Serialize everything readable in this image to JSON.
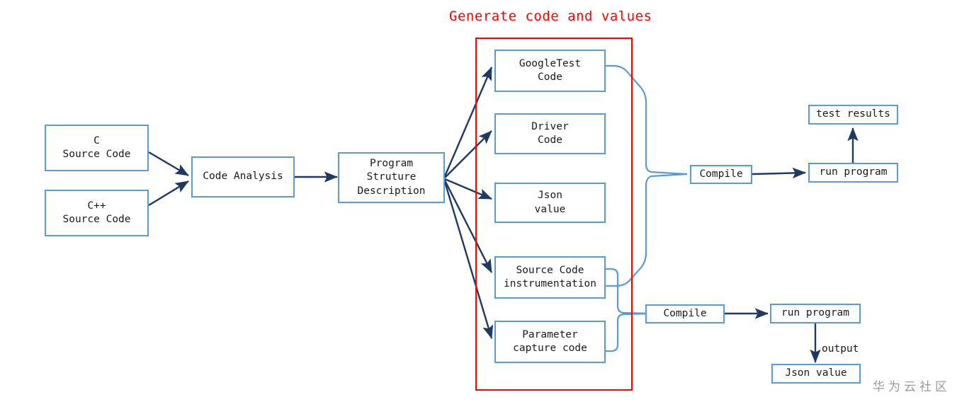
{
  "diagram": {
    "title": "Generate code and values",
    "title_color": "#FF0000",
    "node_border_color": "#5B9BD5",
    "dark_arrow_color": "#1F3864",
    "light_connector_color": "#5B9BD5",
    "watermark": "华为云社区"
  },
  "nodes": {
    "c_source": "C\nSource Code",
    "cpp_source": "C++\nSource Code",
    "code_analysis": "Code Analysis",
    "program_structure": "Program\nStruture\nDescription",
    "googletest_code": "GoogleTest\nCode",
    "driver_code": "Driver\nCode",
    "json_value_gen": "Json\nvalue",
    "source_code_instrumentation": "Source Code\ninstrumentation",
    "parameter_capture_code": "Parameter\ncapture code",
    "compile_top": "Compile",
    "run_program_top": "run program",
    "test_results": "test results",
    "compile_bottom": "Compile",
    "run_program_bottom": "run program",
    "json_value_out": "Json value"
  },
  "edge_labels": {
    "output": "output"
  }
}
